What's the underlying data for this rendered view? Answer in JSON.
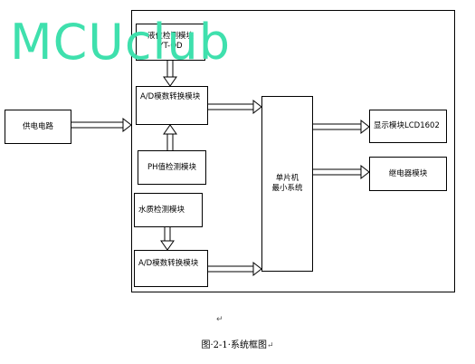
{
  "watermark": "MCUclub",
  "blocks": {
    "power": "供电电路",
    "level_sensor_line1": "液位检测模块",
    "level_sensor_line2": "YT-OD",
    "ad1": "A/D模数转换模块",
    "ph": "PH值检测模块",
    "water_quality": "水质检测模块",
    "ad2": "A/D模数转换模块",
    "mcu_line1": "单片机",
    "mcu_line2": "最小系统",
    "display": "显示模块LCD1602",
    "relay": "继电器模块"
  },
  "caption": "图·2-1·系统框图",
  "para_mark": "↵"
}
